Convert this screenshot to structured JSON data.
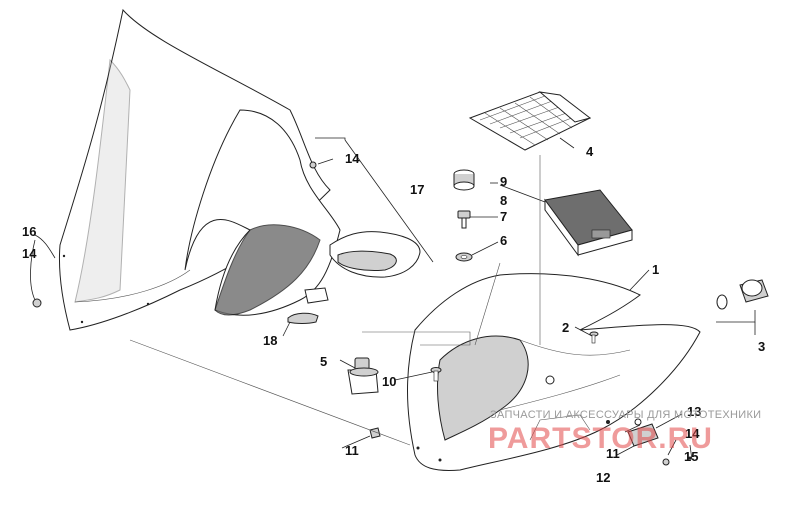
{
  "diagram": {
    "callouts": [
      "1",
      "2",
      "3",
      "4",
      "5",
      "6",
      "7",
      "8",
      "9",
      "10",
      "11",
      "11",
      "12",
      "13",
      "14",
      "14",
      "14",
      "15",
      "16",
      "17",
      "18"
    ]
  },
  "watermark": {
    "tagline": "ЗАПЧАСТИ И АКСЕССУАРЫ ДЛЯ МОТОТЕХНИКИ",
    "logo": "PARTSTOR.RU"
  }
}
